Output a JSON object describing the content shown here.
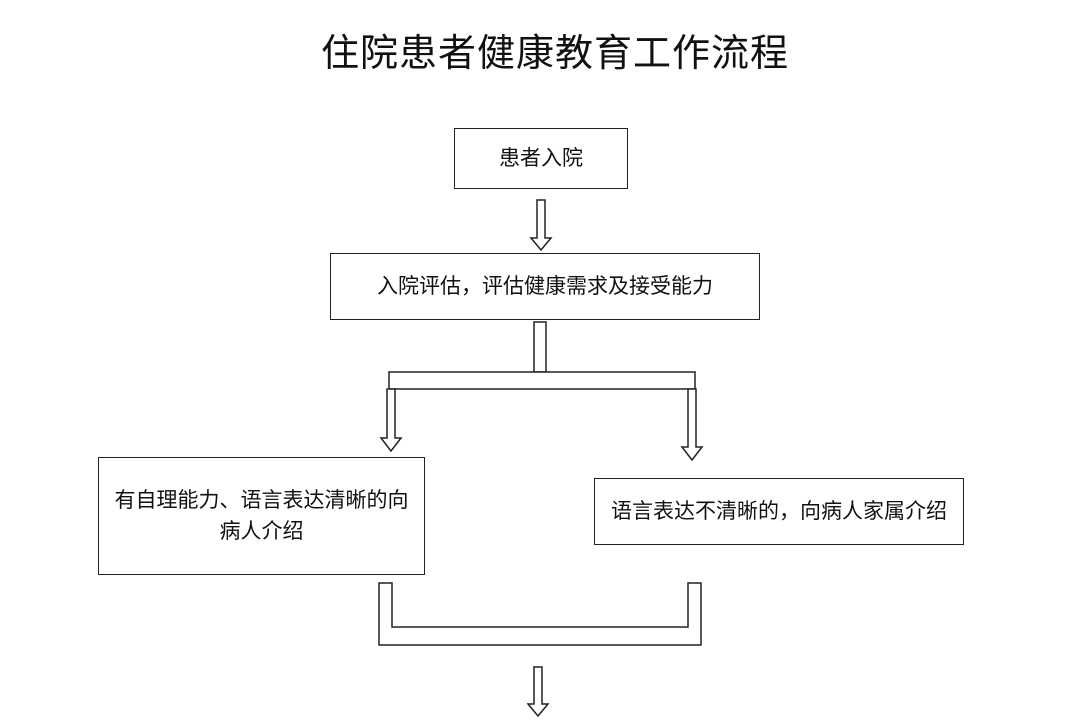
{
  "diagram": {
    "title": "住院患者健康教育工作流程",
    "nodes": {
      "admission": "患者入院",
      "assessment": "入院评估，评估健康需求及接受能力",
      "self_care": "有自理能力、语言表达清晰的向病人介绍",
      "family": "语言表达不清晰的，向病人家属介绍"
    }
  }
}
